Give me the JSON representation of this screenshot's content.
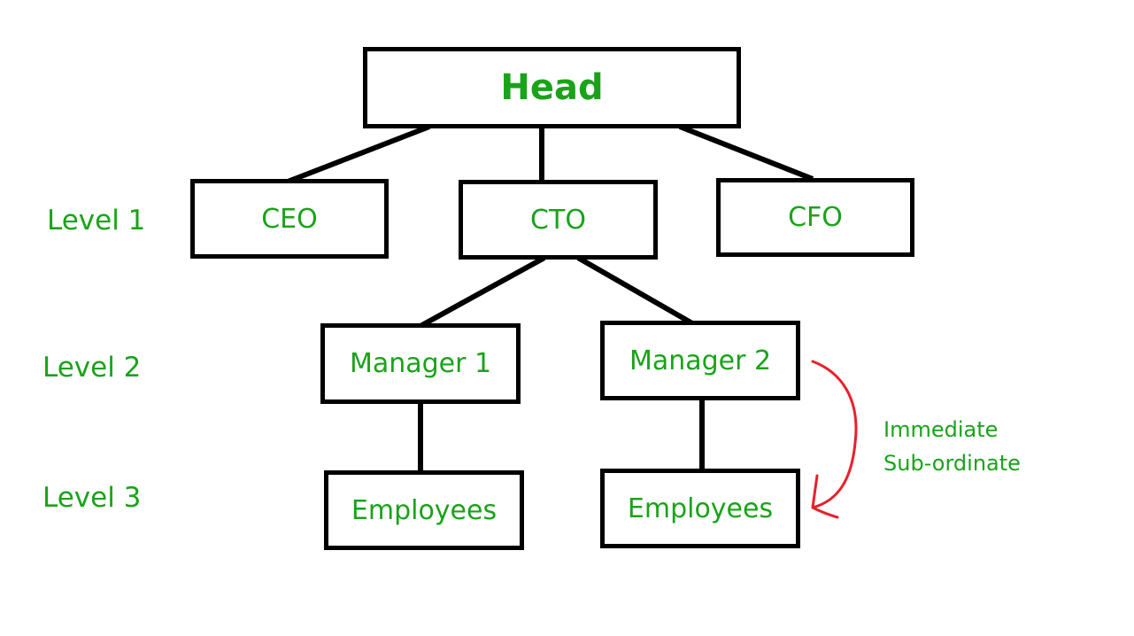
{
  "diagram": {
    "nodes": {
      "head": "Head",
      "ceo": "CEO",
      "cto": "CTO",
      "cfo": "CFO",
      "manager1": "Manager 1",
      "manager2": "Manager 2",
      "employees1": "Employees",
      "employees2": "Employees"
    },
    "levels": [
      "Level 1",
      "Level 2",
      "Level 3"
    ],
    "annotation": {
      "line1": "Immediate",
      "line2": "Sub-ordinate"
    },
    "colors": {
      "text": "#1aa31a",
      "border": "#000000",
      "arrow": "#e8202a"
    }
  }
}
